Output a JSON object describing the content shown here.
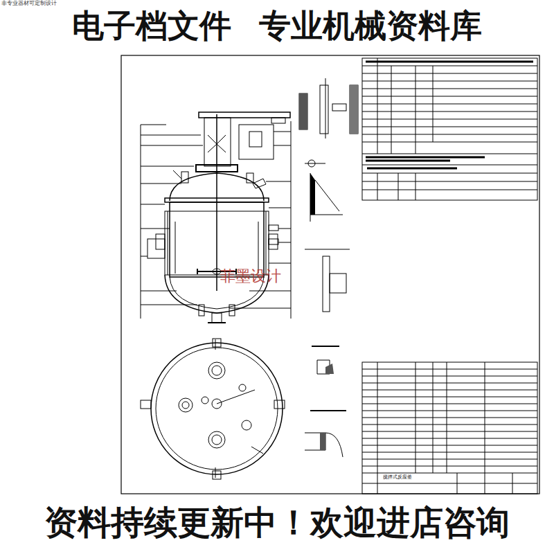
{
  "diagram": {
    "labels": [
      "非专业器材可定制设计",
      "电子档文件 专业机械资料库",
      "资料持续更新中！欢迎进店咨询",
      "菲墨设计",
      "搅拌式反应釜"
    ]
  }
}
